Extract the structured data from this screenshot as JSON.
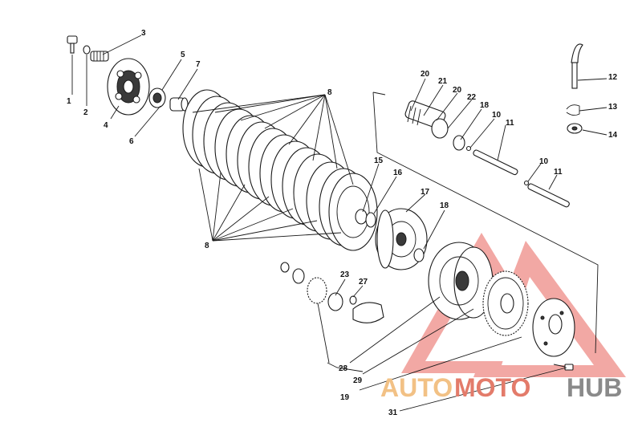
{
  "callouts": [
    {
      "id": "c1",
      "text": "1"
    },
    {
      "id": "c2",
      "text": "2"
    },
    {
      "id": "c3",
      "text": "3"
    },
    {
      "id": "c4",
      "text": "4"
    },
    {
      "id": "c5",
      "text": "5"
    },
    {
      "id": "c6",
      "text": "6"
    },
    {
      "id": "c7",
      "text": "7"
    },
    {
      "id": "c8a",
      "text": "8"
    },
    {
      "id": "c8b",
      "text": "8"
    },
    {
      "id": "c10a",
      "text": "10"
    },
    {
      "id": "c10b",
      "text": "10"
    },
    {
      "id": "c11a",
      "text": "11"
    },
    {
      "id": "c11b",
      "text": "11"
    },
    {
      "id": "c12",
      "text": "12"
    },
    {
      "id": "c13",
      "text": "13"
    },
    {
      "id": "c14",
      "text": "14"
    },
    {
      "id": "c15",
      "text": "15"
    },
    {
      "id": "c16",
      "text": "16"
    },
    {
      "id": "c17",
      "text": "17"
    },
    {
      "id": "c18a",
      "text": "18"
    },
    {
      "id": "c18b",
      "text": "18"
    },
    {
      "id": "c19",
      "text": "19"
    },
    {
      "id": "c20a",
      "text": "20"
    },
    {
      "id": "c20b",
      "text": "20"
    },
    {
      "id": "c21",
      "text": "21"
    },
    {
      "id": "c22",
      "text": "22"
    },
    {
      "id": "c23",
      "text": "23"
    },
    {
      "id": "c27",
      "text": "27"
    },
    {
      "id": "c28",
      "text": "28"
    },
    {
      "id": "c29",
      "text": "29"
    },
    {
      "id": "c31",
      "text": "31"
    }
  ],
  "watermark": {
    "auto": "AUTO",
    "moto": "MOTO",
    "hub": "HUB",
    "colors": {
      "auto": "#f2c185",
      "moto": "#e37b6a",
      "hub": "#8a8a8a",
      "triangle": "#e8625a"
    }
  }
}
